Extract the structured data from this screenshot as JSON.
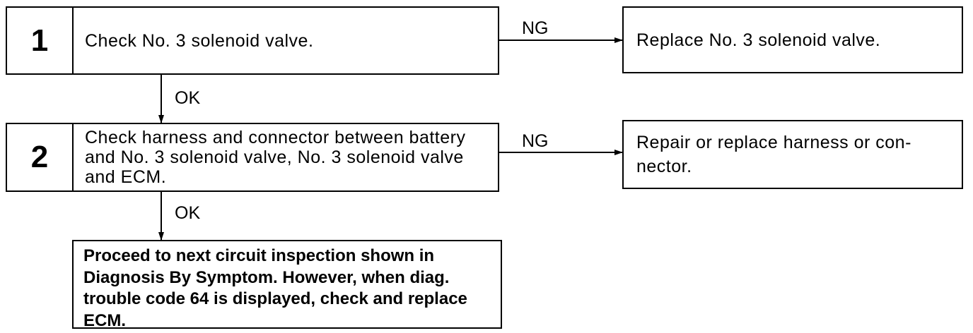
{
  "steps": [
    {
      "number": "1",
      "text": "Check No. 3 solenoid valve.",
      "ng_label": "NG",
      "ng_result": "Replace No. 3 solenoid valve.",
      "ok_label": "OK"
    },
    {
      "number": "2",
      "text": "Check harness and connector between battery and No. 3 solenoid valve, No. 3 solenoid valve and ECM.",
      "ng_label": "NG",
      "ng_result": "Repair or replace harness or con- nector.",
      "ok_label": "OK"
    }
  ],
  "final": {
    "text": "Proceed to next circuit inspection shown in Diagnosis By Symptom. However, when diag. trouble code 64 is displayed, check and replace ECM."
  }
}
